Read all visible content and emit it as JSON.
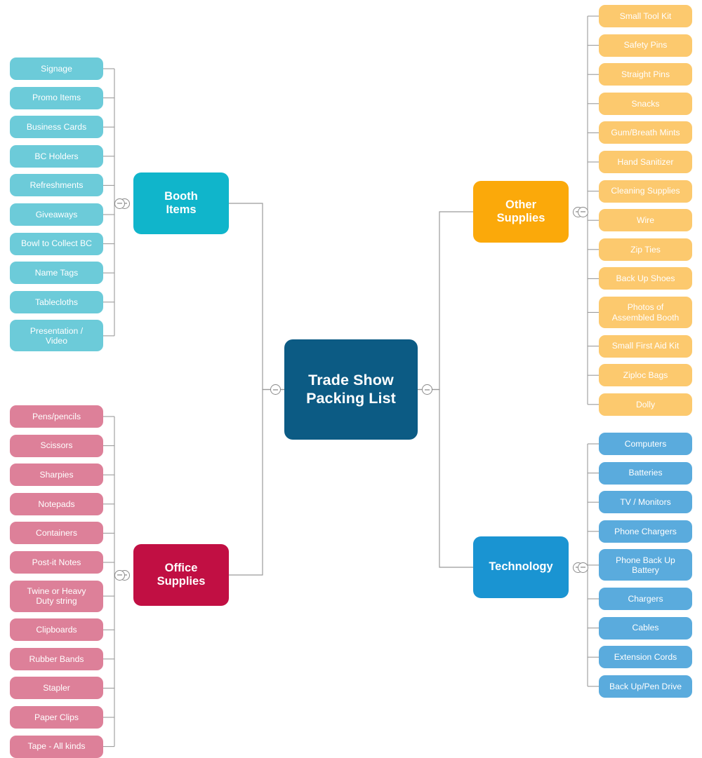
{
  "diagram": {
    "title": "Trade Show Packing List",
    "type": "mind-map",
    "background": "#ffffff"
  },
  "root": {
    "label": "Trade Show\nPacking List",
    "color": "#0c5b84"
  },
  "toggles": {
    "icon": "collapse-minus-icon",
    "state": "expanded"
  },
  "branches": [
    {
      "id": "booth-items",
      "label": "Booth\nItems",
      "side": "left",
      "color": "#10b5cb",
      "leaf_color": "#6ccbd9",
      "children": [
        {
          "label": "Signage",
          "lines": 1
        },
        {
          "label": "Promo Items",
          "lines": 1
        },
        {
          "label": "Business Cards",
          "lines": 1
        },
        {
          "label": "BC Holders",
          "lines": 1
        },
        {
          "label": "Refreshments",
          "lines": 1
        },
        {
          "label": "Giveaways",
          "lines": 1
        },
        {
          "label": "Bowl to Collect BC",
          "lines": 1
        },
        {
          "label": "Name Tags",
          "lines": 1
        },
        {
          "label": "Tablecloths",
          "lines": 1
        },
        {
          "label": "Presentation /\nVideo",
          "lines": 2
        }
      ]
    },
    {
      "id": "office-supplies",
      "label": "Office\nSupplies",
      "side": "left",
      "color": "#c10f43",
      "leaf_color": "#dd8099",
      "children": [
        {
          "label": "Pens/pencils",
          "lines": 1
        },
        {
          "label": "Scissors",
          "lines": 1
        },
        {
          "label": "Sharpies",
          "lines": 1
        },
        {
          "label": "Notepads",
          "lines": 1
        },
        {
          "label": "Containers",
          "lines": 1
        },
        {
          "label": "Post-it Notes",
          "lines": 1
        },
        {
          "label": "Twine or Heavy\nDuty string",
          "lines": 2
        },
        {
          "label": "Clipboards",
          "lines": 1
        },
        {
          "label": "Rubber Bands",
          "lines": 1
        },
        {
          "label": "Stapler",
          "lines": 1
        },
        {
          "label": "Paper Clips",
          "lines": 1
        },
        {
          "label": "Tape - All kinds",
          "lines": 1
        }
      ]
    },
    {
      "id": "other-supplies",
      "label": "Other\nSupplies",
      "side": "right",
      "color": "#fba90a",
      "leaf_color": "#fcc96e",
      "children": [
        {
          "label": "Small Tool Kit",
          "lines": 1
        },
        {
          "label": "Safety Pins",
          "lines": 1
        },
        {
          "label": "Straight Pins",
          "lines": 1
        },
        {
          "label": "Snacks",
          "lines": 1
        },
        {
          "label": "Gum/Breath Mints",
          "lines": 1
        },
        {
          "label": "Hand Sanitizer",
          "lines": 1
        },
        {
          "label": "Cleaning Supplies",
          "lines": 1
        },
        {
          "label": "Wire",
          "lines": 1
        },
        {
          "label": "Zip Ties",
          "lines": 1
        },
        {
          "label": "Back Up Shoes",
          "lines": 1
        },
        {
          "label": "Photos of\nAssembled Booth",
          "lines": 2
        },
        {
          "label": "Small First Aid Kit",
          "lines": 1
        },
        {
          "label": "Ziploc Bags",
          "lines": 1
        },
        {
          "label": "Dolly",
          "lines": 1
        }
      ]
    },
    {
      "id": "technology",
      "label": "Technology",
      "side": "right",
      "color": "#1a94d2",
      "leaf_color": "#5aabdd",
      "children": [
        {
          "label": "Computers",
          "lines": 1
        },
        {
          "label": "Batteries",
          "lines": 1
        },
        {
          "label": "TV / Monitors",
          "lines": 1
        },
        {
          "label": "Phone Chargers",
          "lines": 1
        },
        {
          "label": "Phone Back Up\nBattery",
          "lines": 2
        },
        {
          "label": "Chargers",
          "lines": 1
        },
        {
          "label": "Cables",
          "lines": 1
        },
        {
          "label": "Extension Cords",
          "lines": 1
        },
        {
          "label": "Back Up/Pen Drive",
          "lines": 1
        }
      ]
    }
  ]
}
